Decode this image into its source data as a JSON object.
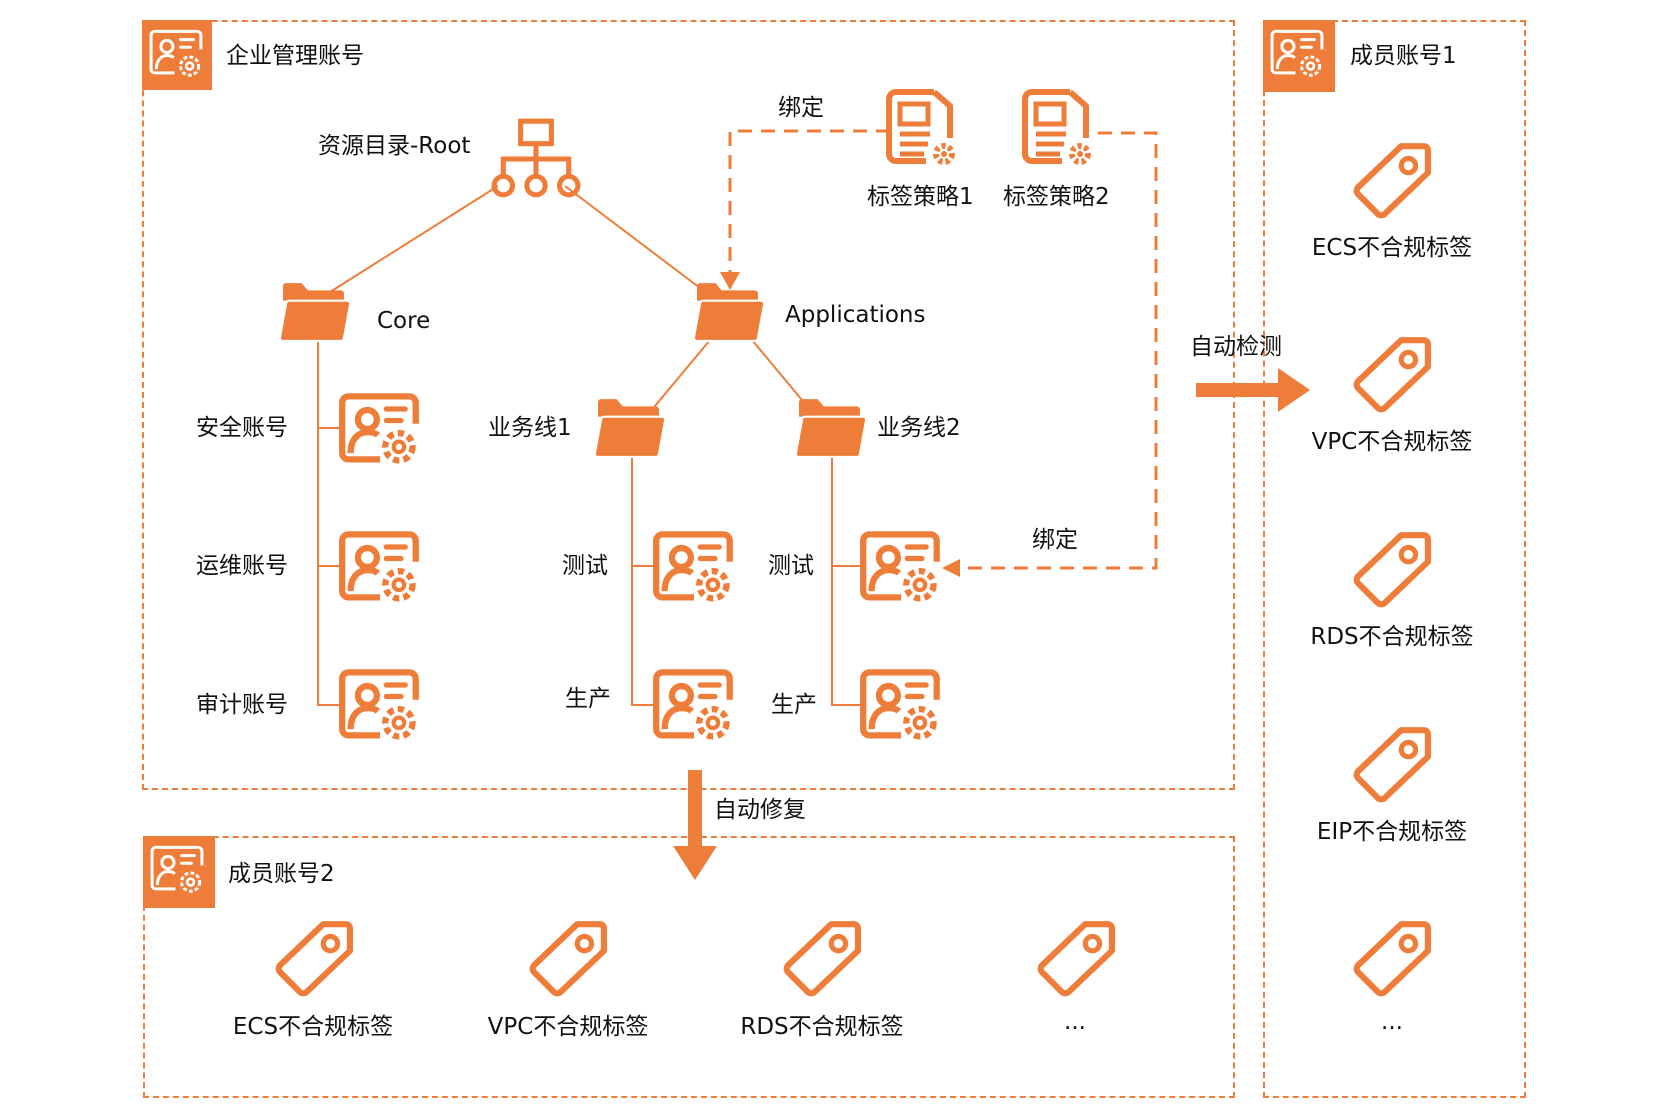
{
  "colors": {
    "accent": "#ee7d3a",
    "text": "#111111"
  },
  "enterprise_account": {
    "title": "企业管理账号",
    "resource_directory": {
      "label": "资源目录-Root"
    },
    "folders": {
      "core": "Core",
      "applications": "Applications",
      "business_line_1": "业务线1",
      "business_line_2": "业务线2"
    },
    "core_accounts": [
      "安全账号",
      "运维账号",
      "审计账号"
    ],
    "bl1_accounts": [
      "测试",
      "生产"
    ],
    "bl2_accounts": [
      "测试",
      "生产"
    ],
    "policies": [
      "标签策略1",
      "标签策略2"
    ],
    "bind_label_top": "绑定",
    "bind_label_bottom": "绑定"
  },
  "arrows": {
    "auto_detect": "自动检测",
    "auto_fix": "自动修复"
  },
  "member_account_1": {
    "title": "成员账号1",
    "tags": [
      "ECS不合规标签",
      "VPC不合规标签",
      "RDS不合规标签",
      "EIP不合规标签",
      "..."
    ]
  },
  "member_account_2": {
    "title": "成员账号2",
    "tags": [
      "ECS不合规标签",
      "VPC不合规标签",
      "RDS不合规标签",
      "..."
    ]
  }
}
